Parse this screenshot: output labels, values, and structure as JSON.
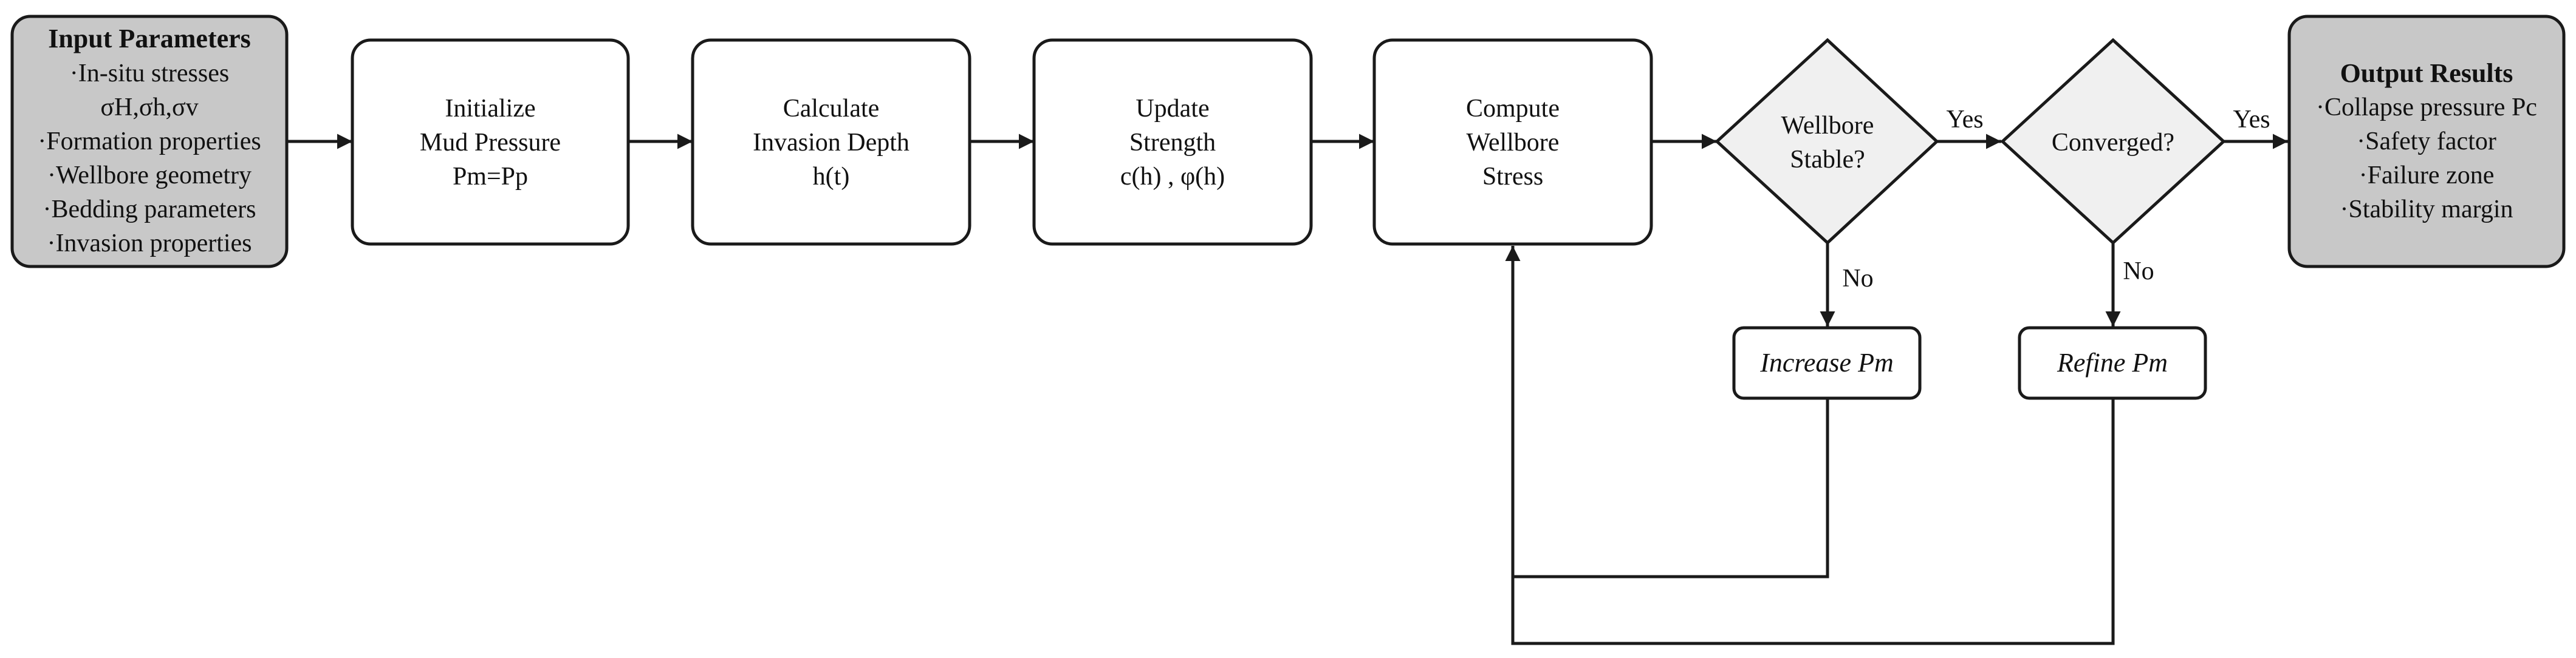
{
  "input_parameters": {
    "title": "Input Parameters",
    "lines": [
      "·In-situ stresses",
      "σH,σh,σv",
      "·Formation properties",
      "·Wellbore geometry",
      "·Bedding parameters",
      "·Invasion properties"
    ]
  },
  "step_initialize": {
    "lines": [
      "Initialize",
      "Mud Pressure",
      "Pm=Pp"
    ]
  },
  "step_invasion": {
    "lines": [
      "Calculate",
      "Invasion Depth",
      "h(t)"
    ]
  },
  "step_strength": {
    "lines": [
      "Update",
      "Strength",
      "c(h) , φ(h)"
    ]
  },
  "step_stress": {
    "lines": [
      "Compute",
      "Wellbore",
      "Stress"
    ]
  },
  "decision_stable": {
    "lines": [
      "Wellbore",
      "Stable?"
    ]
  },
  "decision_converged": {
    "lines": [
      "Converged?"
    ]
  },
  "action_increase": {
    "label": "Increase Pm"
  },
  "action_refine": {
    "label": "Refine Pm"
  },
  "output_results": {
    "title": "Output Results",
    "lines": [
      "·Collapse pressure Pc",
      "·Safety factor",
      "·Failure zone",
      "·Stability margin"
    ]
  },
  "edge_labels": {
    "yes_1": "Yes",
    "no_1": "No",
    "yes_2": "Yes",
    "no_2": "No"
  }
}
